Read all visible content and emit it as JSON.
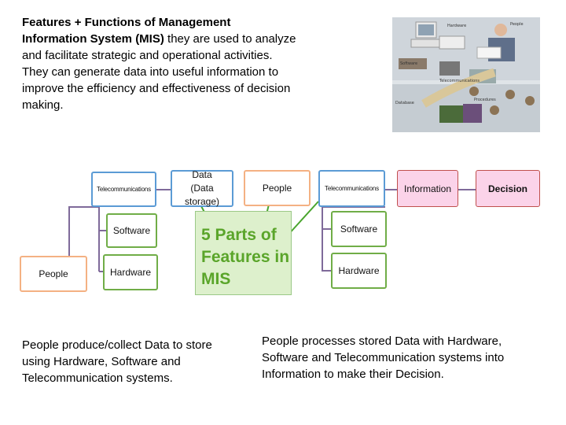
{
  "intro": {
    "title_bold": "Features + Functions of Management Information System (MIS)",
    "title_rest": " they are used to analyze and facilitate strategic and operational activities. They can generate data into useful information to improve the efficiency and effectiveness of decision making."
  },
  "illustration": {
    "labels": [
      "Hardware",
      "People",
      "Software",
      "Telecommunications",
      "Database",
      "Procedures"
    ]
  },
  "left_diagram": {
    "telecom": "Telecommunications",
    "software": "Software",
    "hardware": "Hardware",
    "people": "People",
    "data": "Data",
    "data_sub": "(Data storage)"
  },
  "center": {
    "title": "5 Parts of Features in MIS",
    "people": "People"
  },
  "right_diagram": {
    "telecom": "Telecommunications",
    "software": "Software",
    "hardware": "Hardware",
    "information": "Information",
    "decision": "Decision"
  },
  "captions": {
    "left": "People produce/collect Data to store using Hardware, Software and Telecommunication systems.",
    "right": "People processes stored Data with Hardware, Software and Telecommunication systems into Information to make their Decision."
  },
  "colors": {
    "telecom_border": "#5b9bd5",
    "software_border": "#70ad47",
    "people_border": "#f4b183",
    "green_line": "#4aa52e",
    "purple_line": "#7f6a9a",
    "pink_fill": "#fbd3e9",
    "pink_border": "#c0504d"
  }
}
